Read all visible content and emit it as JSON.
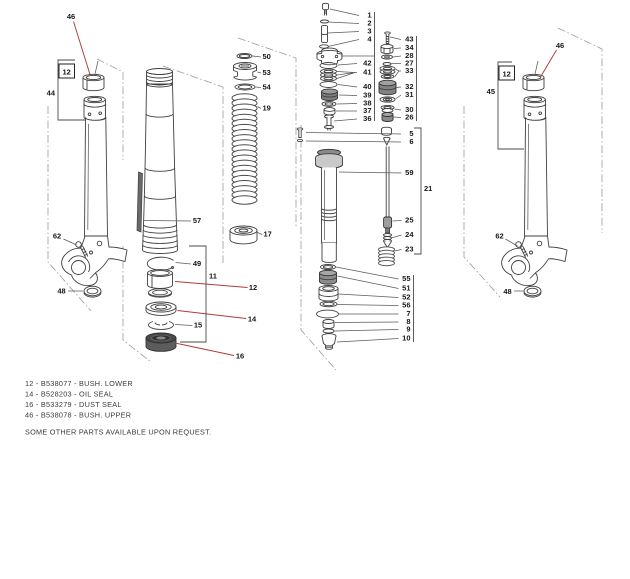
{
  "diagram": {
    "kind": "exploded-parts-diagram",
    "subject": "front fork assembly"
  },
  "colors": {
    "leader_red": "#b23a3a",
    "line_dark": "#3f3f3f",
    "text": "#161616"
  },
  "labels": [
    {
      "text": "46"
    },
    {
      "text": "12"
    },
    {
      "text": "44"
    },
    {
      "text": "62"
    },
    {
      "text": "48"
    },
    {
      "text": "57"
    },
    {
      "text": "49"
    },
    {
      "text": "11"
    },
    {
      "text": "12"
    },
    {
      "text": "14"
    },
    {
      "text": "15"
    },
    {
      "text": "16"
    },
    {
      "text": "50"
    },
    {
      "text": "53"
    },
    {
      "text": "54"
    },
    {
      "text": "19"
    },
    {
      "text": "17"
    },
    {
      "text": "1"
    },
    {
      "text": "2"
    },
    {
      "text": "3"
    },
    {
      "text": "4"
    },
    {
      "text": "43"
    },
    {
      "text": "34"
    },
    {
      "text": "28"
    },
    {
      "text": "27"
    },
    {
      "text": "42"
    },
    {
      "text": "41"
    },
    {
      "text": "33"
    },
    {
      "text": "40"
    },
    {
      "text": "32"
    },
    {
      "text": "39"
    },
    {
      "text": "31"
    },
    {
      "text": "38"
    },
    {
      "text": "37"
    },
    {
      "text": "30"
    },
    {
      "text": "36"
    },
    {
      "text": "26"
    },
    {
      "text": "5"
    },
    {
      "text": "6"
    },
    {
      "text": "59"
    },
    {
      "text": "21"
    },
    {
      "text": "25"
    },
    {
      "text": "24"
    },
    {
      "text": "23"
    },
    {
      "text": "55"
    },
    {
      "text": "51"
    },
    {
      "text": "52"
    },
    {
      "text": "56"
    },
    {
      "text": "7"
    },
    {
      "text": "8"
    },
    {
      "text": "9"
    },
    {
      "text": "10"
    },
    {
      "text": "46"
    },
    {
      "text": "12"
    },
    {
      "text": "45"
    },
    {
      "text": "62"
    },
    {
      "text": "48"
    }
  ],
  "parts_list": {
    "items": [
      "12 - B538077 - BUSH. LOWER",
      "14 - B528203 - OIL SEAL",
      "16 - B533279 - DUST SEAL",
      "46 - B538078 - BUSH. UPPER"
    ],
    "note": "SOME OTHER PARTS AVAILABLE UPON REQUEST."
  }
}
